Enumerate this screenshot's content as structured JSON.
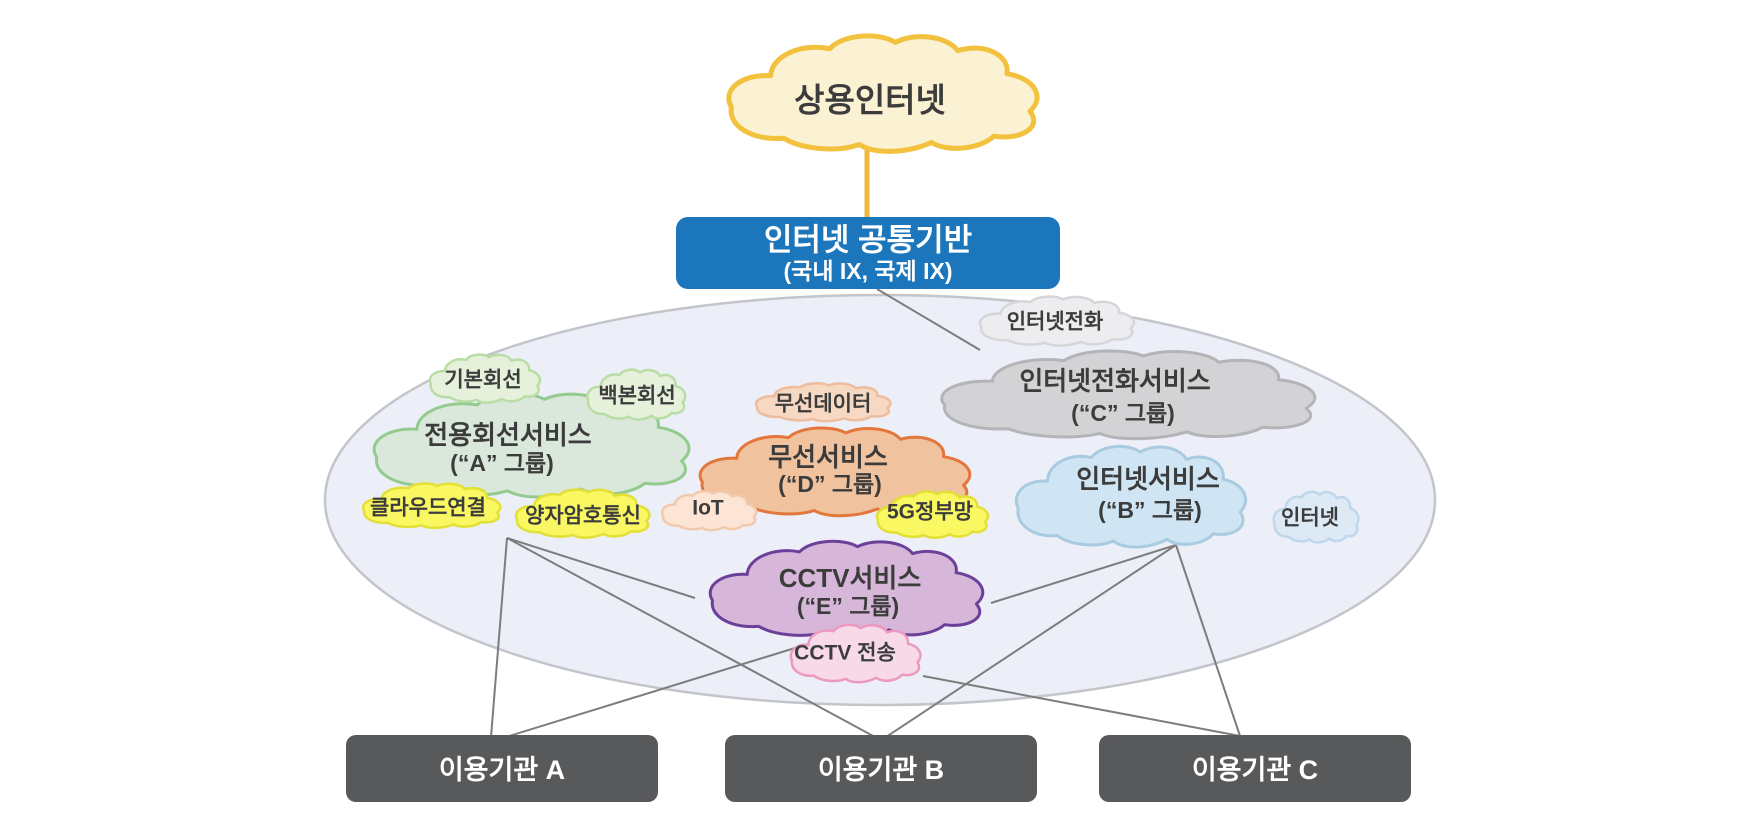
{
  "diagram": {
    "top_cloud": {
      "label": "상용인터넷"
    },
    "hub_box": {
      "title": "인터넷 공통기반",
      "subtitle": "(국내 IX, 국제 IX)"
    },
    "groups": {
      "dedicated_line": {
        "label": "전용회선서비스",
        "sub": "(“A” 그룹)"
      },
      "wireless": {
        "label": "무선서비스",
        "sub": "(“D” 그룹)"
      },
      "voip": {
        "label": "인터넷전화서비스",
        "sub": "(“C” 그룹)"
      },
      "internet": {
        "label": "인터넷서비스",
        "sub": "(“B” 그룹)"
      },
      "cctv": {
        "label": "CCTV서비스",
        "sub": "(“E” 그룹)"
      }
    },
    "sub_clouds": {
      "basic_line": "기본회선",
      "backbone_line": "백본회선",
      "cloud_connect": "클라우드연결",
      "quantum_crypto": "양자암호통신",
      "wireless_data": "무선데이터",
      "iot": "IoT",
      "gov_5g": "5G정부망",
      "voip_small": "인터넷전화",
      "internet_small": "인터넷",
      "cctv_transfer": "CCTV 전송"
    },
    "user_orgs": [
      "이용기관 A",
      "이용기관 B",
      "이용기관 C"
    ],
    "colors": {
      "hub_blue": "#1c76bc",
      "org_box_gray": "#58595b",
      "top_cloud_border": "#f2c23e",
      "connector_gray": "#7d7d7d",
      "boundary_fill": "#edeff8"
    }
  }
}
